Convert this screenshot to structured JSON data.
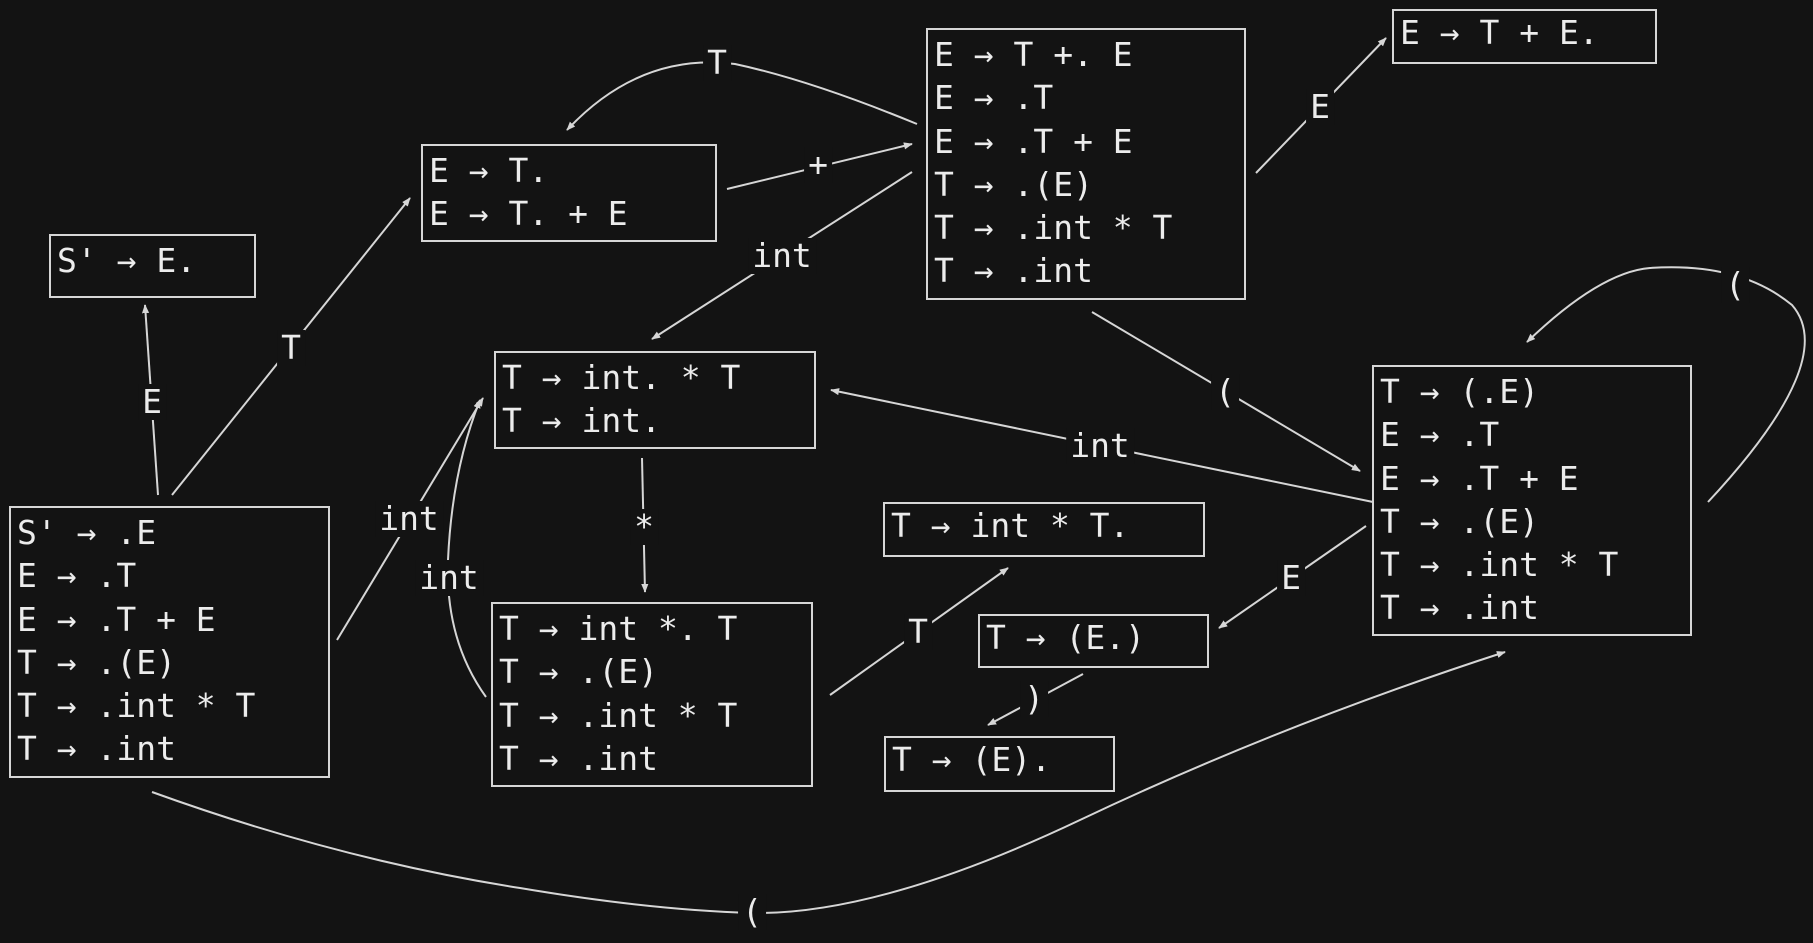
{
  "colors": {
    "background": "#131313",
    "line": "#d6d6d6",
    "text": "#ececec"
  },
  "states": [
    {
      "id": "s0",
      "items": [
        "S' → .E",
        "E → .T",
        "E → .T + E",
        "T → .(E)",
        "T → .int * T",
        "T → .int"
      ]
    },
    {
      "id": "s1",
      "items": [
        "S' → E."
      ]
    },
    {
      "id": "s2",
      "items": [
        "E → T.",
        "E → T. + E"
      ]
    },
    {
      "id": "s3",
      "items": [
        "E → T +. E",
        "E → .T",
        "E → .T + E",
        "T → .(E)",
        "T → .int * T",
        "T → .int"
      ]
    },
    {
      "id": "s4",
      "items": [
        "E → T + E."
      ]
    },
    {
      "id": "s5",
      "items": [
        "T → int. * T",
        "T → int."
      ]
    },
    {
      "id": "s6",
      "items": [
        "T → int *. T",
        "T → .(E)",
        "T → .int * T",
        "T → .int"
      ]
    },
    {
      "id": "s7",
      "items": [
        "T → int * T."
      ]
    },
    {
      "id": "s8",
      "items": [
        "T → (E.)"
      ]
    },
    {
      "id": "s9",
      "items": [
        "T → (E)."
      ]
    },
    {
      "id": "s10",
      "items": [
        "T → (.E)",
        "E → .T",
        "E → .T + E",
        "T → .(E)",
        "T → .int * T",
        "T → .int"
      ]
    }
  ],
  "edges": [
    {
      "id": "e0",
      "label": "E"
    },
    {
      "id": "e1",
      "label": "T"
    },
    {
      "id": "e2",
      "label": "int"
    },
    {
      "id": "e3",
      "label": "("
    },
    {
      "id": "e4",
      "label": "T"
    },
    {
      "id": "e5",
      "label": "+"
    },
    {
      "id": "e6",
      "label": "int"
    },
    {
      "id": "e7",
      "label": "E"
    },
    {
      "id": "e8",
      "label": "("
    },
    {
      "id": "e9",
      "label": "*"
    },
    {
      "id": "e10",
      "label": "int"
    },
    {
      "id": "e11",
      "label": "T"
    },
    {
      "id": "e12",
      "label": ")"
    },
    {
      "id": "e13",
      "label": "int"
    },
    {
      "id": "e14",
      "label": "E"
    },
    {
      "id": "e15",
      "label": "("
    }
  ]
}
